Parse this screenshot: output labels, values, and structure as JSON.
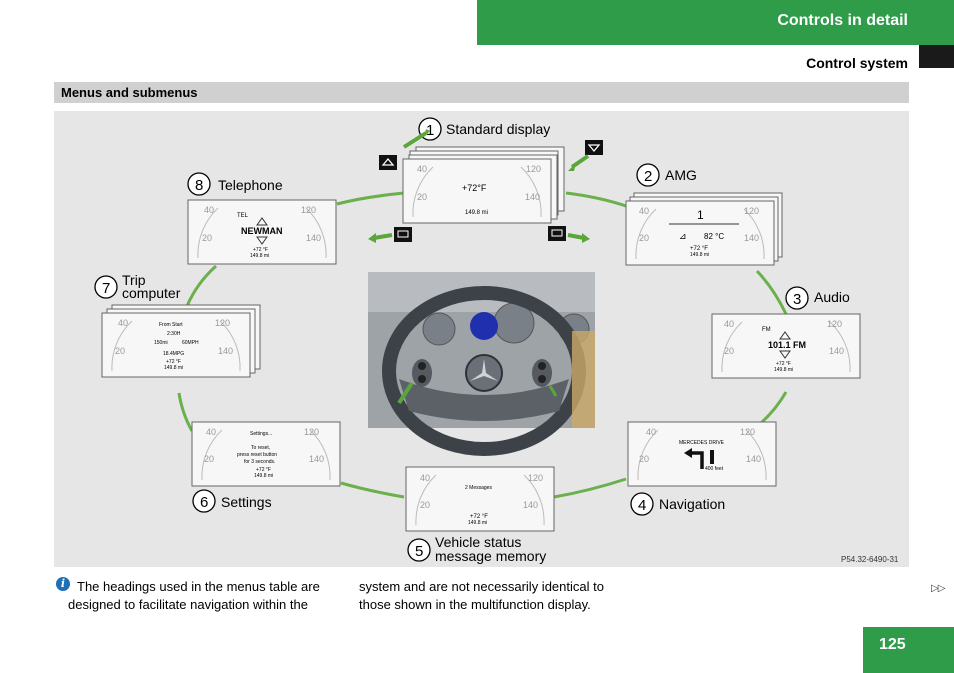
{
  "header": {
    "title": "Controls in detail",
    "subtitle": "Control system"
  },
  "section": {
    "title": "Menus and submenus"
  },
  "figure": {
    "menus": [
      {
        "num": "1",
        "label": "Standard display",
        "screen": [
          "+72°F",
          "149.8 mi"
        ]
      },
      {
        "num": "2",
        "label": "AMG",
        "screen": [
          "1",
          "82 °C",
          "+72 °F",
          "149.8 mi"
        ]
      },
      {
        "num": "3",
        "label": "Audio",
        "screen": [
          "FM",
          "101.1 FM",
          "+72 °F",
          "149.8 mi"
        ]
      },
      {
        "num": "4",
        "label": "Navigation",
        "screen": [
          "MERCEDES DRIVE",
          "400 feet"
        ]
      },
      {
        "num": "5",
        "label_line1": "Vehicle status",
        "label_line2": "message memory",
        "screen": [
          "2 Messages",
          "+72 °F",
          "149.8 mi"
        ]
      },
      {
        "num": "6",
        "label": "Settings",
        "screen": [
          "Settings...",
          "To reset,",
          "press reset button",
          "for 3 seconds.",
          "+72 °F",
          "149.8 mi"
        ]
      },
      {
        "num": "7",
        "label_line1": "Trip",
        "label_line2": "computer",
        "screen": [
          "From Start",
          "2:30H",
          "150mi",
          "60MPH",
          "18.4MPG",
          "+72 °F",
          "149.8 mi"
        ]
      },
      {
        "num": "8",
        "label": "Telephone",
        "screen": [
          "TEL",
          "NEWMAN",
          "+72 °F",
          "149.8 mi"
        ]
      }
    ],
    "scale": {
      "s20": "20",
      "s40": "40",
      "s120": "120",
      "s140": "140"
    },
    "ref": "P54.32-6490-31"
  },
  "note": {
    "icon": "i",
    "col1": "The headings used in the menus table are designed to facilitate navigation within the",
    "col2": "system and are not necessarily identical to those shown in the multifunction display."
  },
  "continue": "▷▷",
  "page_number": "125"
}
